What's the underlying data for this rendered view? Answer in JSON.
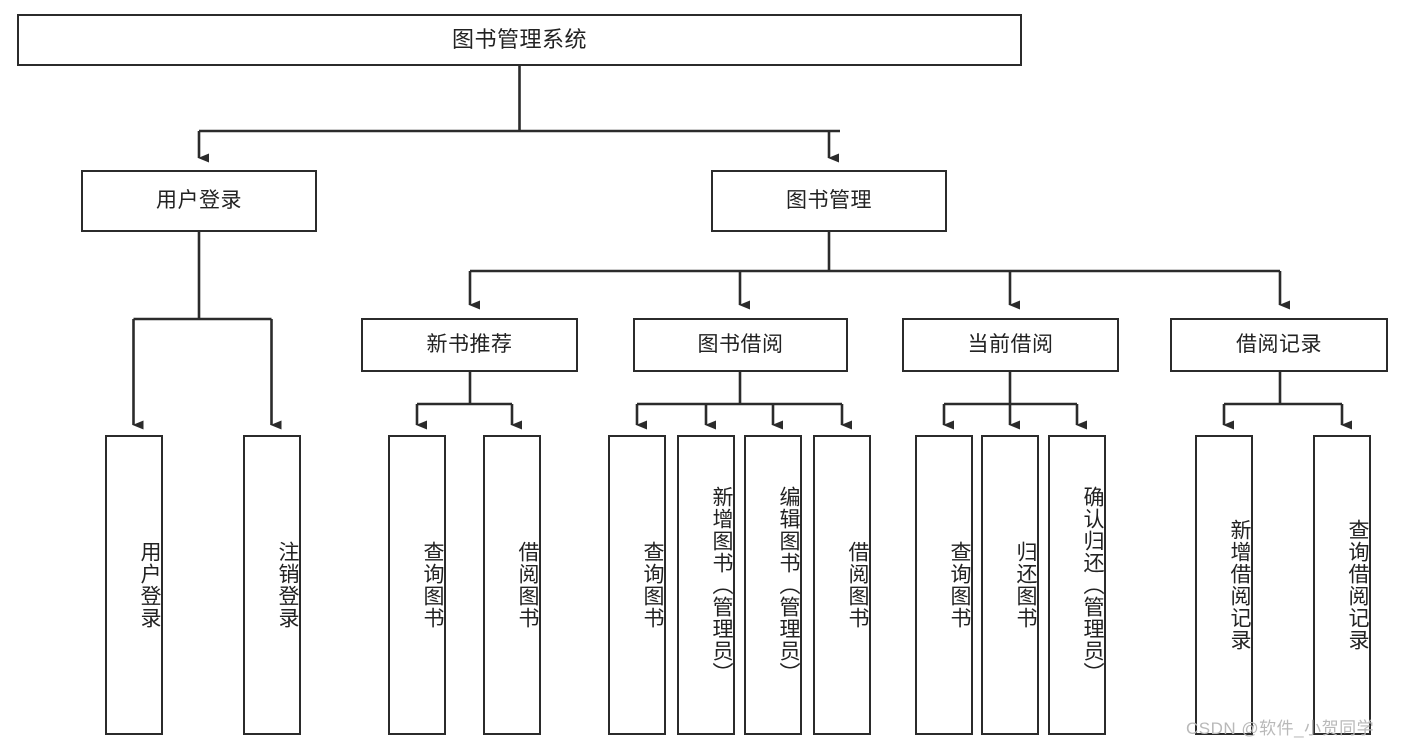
{
  "diagram": {
    "type": "tree-hierarchy-chart",
    "title": "图书管理系统",
    "line_color": "#2b2b2b",
    "box_fill": "#ffffff",
    "text_color": "#222222",
    "root": {
      "label": "图书管理系统"
    },
    "level2": [
      {
        "label": "用户登录"
      },
      {
        "label": "图书管理"
      }
    ],
    "level3": [
      {
        "label": "新书推荐"
      },
      {
        "label": "图书借阅"
      },
      {
        "label": "当前借阅"
      },
      {
        "label": "借阅记录"
      }
    ],
    "leaves": {
      "user_login": [
        {
          "label": "用户登录"
        },
        {
          "label": "注销登录"
        }
      ],
      "new_book_recommend": [
        {
          "label": "查询图书"
        },
        {
          "label": "借阅图书"
        }
      ],
      "book_borrow": [
        {
          "label": "查询图书"
        },
        {
          "label": "新增图书（管理员）"
        },
        {
          "label": "编辑图书（管理员）"
        },
        {
          "label": "借阅图书"
        }
      ],
      "current_borrow": [
        {
          "label": "查询图书"
        },
        {
          "label": "归还图书"
        },
        {
          "label": "确认归还（管理员）"
        }
      ],
      "borrow_record": [
        {
          "label": "新增借阅记录"
        },
        {
          "label": "查询借阅记录"
        }
      ]
    }
  },
  "watermark": {
    "text": "CSDN @软件_小贺同学",
    "color": "#b9b9b9"
  }
}
